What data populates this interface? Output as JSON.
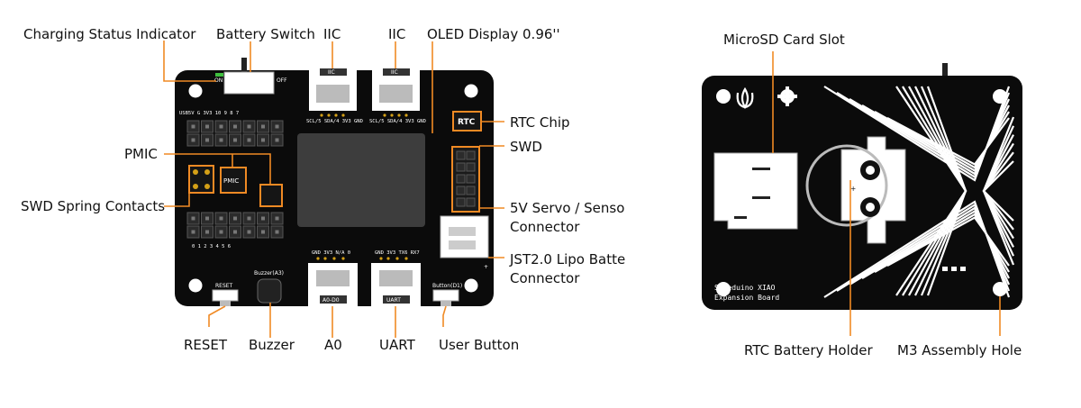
{
  "callouts": {
    "charging_status": "Charging Status Indicator",
    "battery_switch": "Battery Switch",
    "iic_1": "IIC",
    "iic_2": "IIC",
    "oled": "OLED Display 0.96''",
    "rtc_chip": "RTC Chip",
    "swd": "SWD",
    "pmic": "PMIC",
    "swd_spring": "SWD Spring Contacts",
    "servo_1": "5V Servo / Senso",
    "servo_2": "Connector",
    "jst_1": "JST2.0 Lipo Batte",
    "jst_2": "Connector",
    "reset": "RESET",
    "buzzer": "Buzzer",
    "a0": "A0",
    "uart": "UART",
    "user_button": "User Button",
    "microsd": "MicroSD Card Slot",
    "rtc_battery": "RTC Battery Holder",
    "m3_hole": "M3 Assembly Hole"
  },
  "silkscreen": {
    "on": "ON",
    "off": "OFF",
    "iic": "IIC",
    "iic_pins": "SCL/5  SDA/4  3V3  GND",
    "header_top": "USB5V   G   3V3   10    9     8     7",
    "header_bottom": "0     1     2     3     4     5     6",
    "rtc": "RTC",
    "pmic": "PMIC",
    "reset": "RESET",
    "buzzer": "Buzzer(A3)",
    "a0_pins": "GND 3V3  N/A  0",
    "a0": "A0-D0",
    "uart_pins": "GND 3V3 TX6 RX7",
    "uart": "UART",
    "button": "Button(D1)",
    "plus": "+",
    "brand_line1": "Seeeduino XIAO",
    "brand_line2": "Expansion Board"
  },
  "colors": {
    "board": "#0b0b0b",
    "leader": "#f08a24",
    "gold": "#d4a017",
    "silk": "#ffffff"
  }
}
